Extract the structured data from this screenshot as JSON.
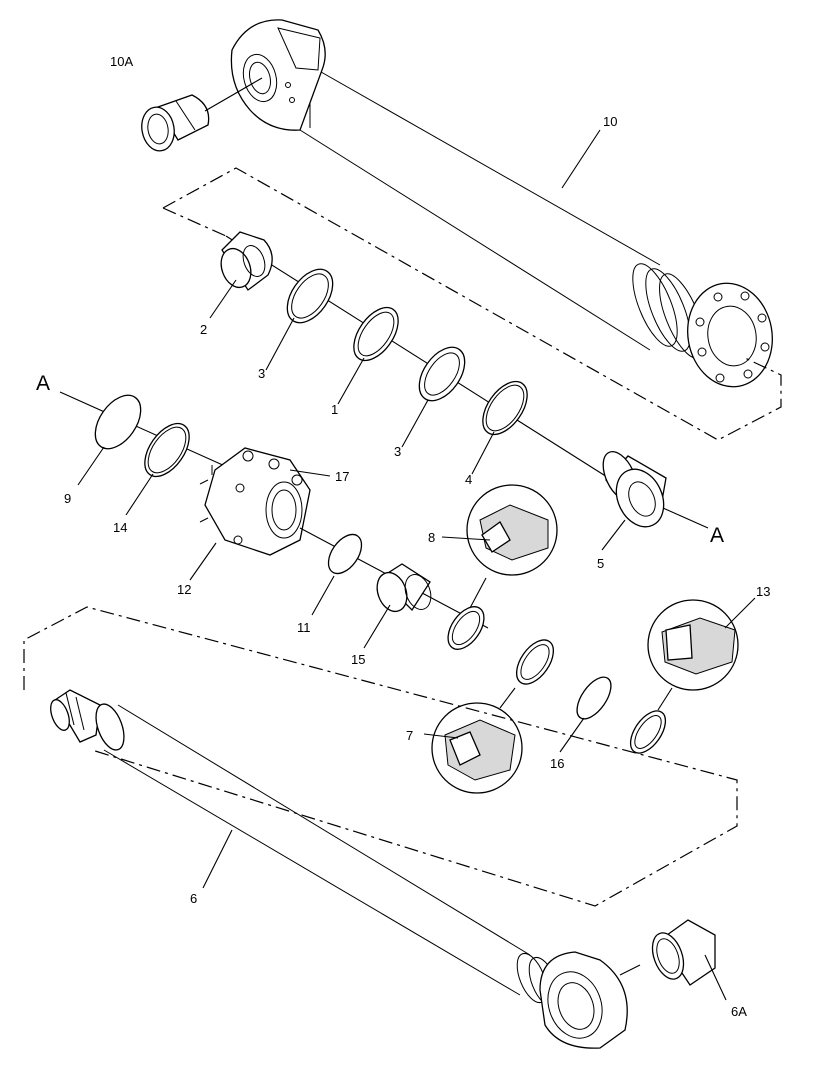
{
  "labels": {
    "p10A": "10A",
    "p10": "10",
    "p2": "2",
    "p3a": "3",
    "p1": "1",
    "p3b": "3",
    "p4": "4",
    "p5": "5",
    "pA_left": "A",
    "pA_right": "A",
    "p9": "9",
    "p14": "14",
    "p17": "17",
    "p12": "12",
    "p8": "8",
    "p11": "11",
    "p15": "15",
    "p13": "13",
    "p7": "7",
    "p16": "16",
    "p6": "6",
    "p6A": "6A"
  }
}
